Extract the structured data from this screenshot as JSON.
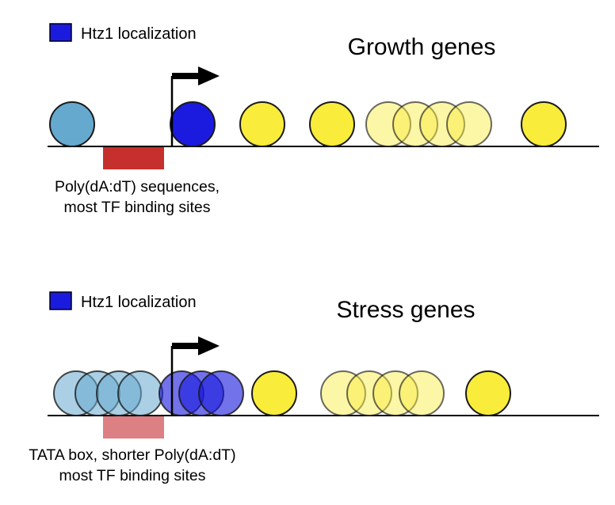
{
  "colors": {
    "htz1_blue": "#1b1bdf",
    "nucleosome_light_blue": "#66a9cf",
    "nucleosome_yellow": "#f9ec3b",
    "poly_da_dt_red": "#c5302c",
    "tata_red": "#dd8084",
    "dna_line_black": "#000000"
  },
  "growth": {
    "legend_label": "Htz1 localization",
    "title": "Growth genes",
    "caption_line1": "Poly(dA:dT) sequences,",
    "caption_line2": "most TF binding sites"
  },
  "stress": {
    "legend_label": "Htz1 localization",
    "title": "Stress genes",
    "caption_line1": "TATA box, shorter Poly(dA:dT)",
    "caption_line2": "most TF binding sites"
  }
}
